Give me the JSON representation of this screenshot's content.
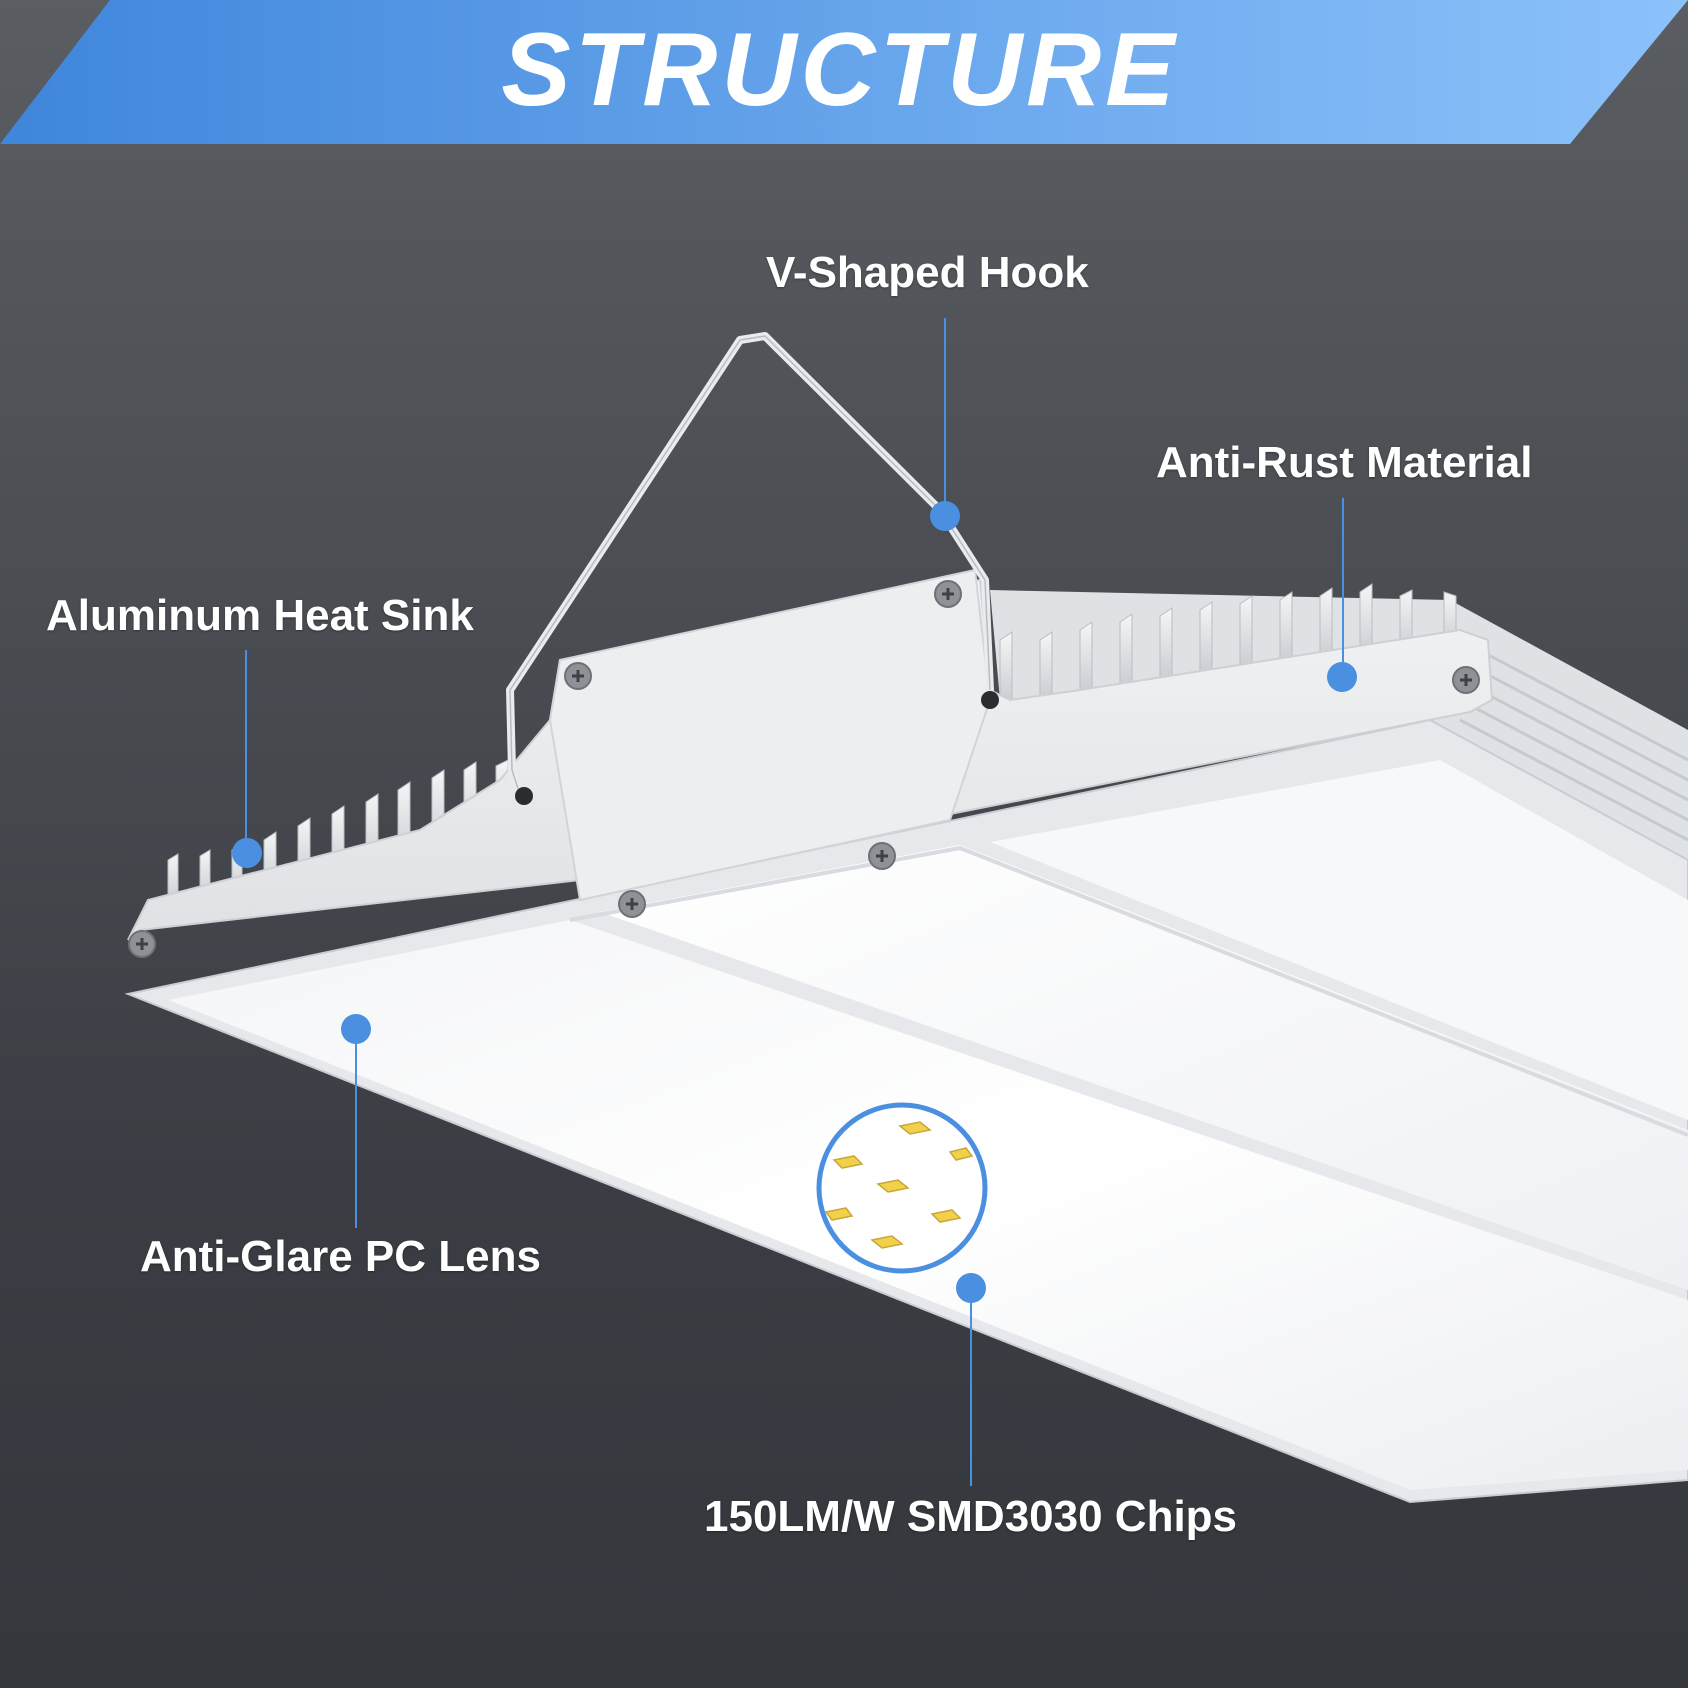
{
  "banner": {
    "title": "STRUCTURE"
  },
  "callouts": {
    "hook": "V-Shaped Hook",
    "anti_rust": "Anti-Rust Material",
    "heat_sink": "Aluminum Heat Sink",
    "lens": "Anti-Glare PC Lens",
    "chips": "150LM/W SMD3030 Chips"
  },
  "colors": {
    "accent_blue": "#4a8fe0",
    "banner_light": "#86bdf8",
    "background_dark": "#3a3d43",
    "chip_yellow": "#f2d14a"
  }
}
